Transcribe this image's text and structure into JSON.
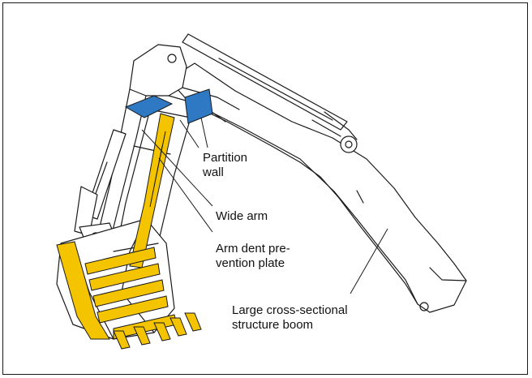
{
  "labels": {
    "partition_wall": "Partition\nwall",
    "wide_arm": "Wide arm",
    "arm_plate": "Arm dent pre-\nvention plate",
    "boom": "Large cross-sectional\nstructure boom"
  },
  "colors": {
    "accent_blue": "#2f78c4",
    "accent_yellow": "#f5c400",
    "line": "#1a1a1a"
  }
}
